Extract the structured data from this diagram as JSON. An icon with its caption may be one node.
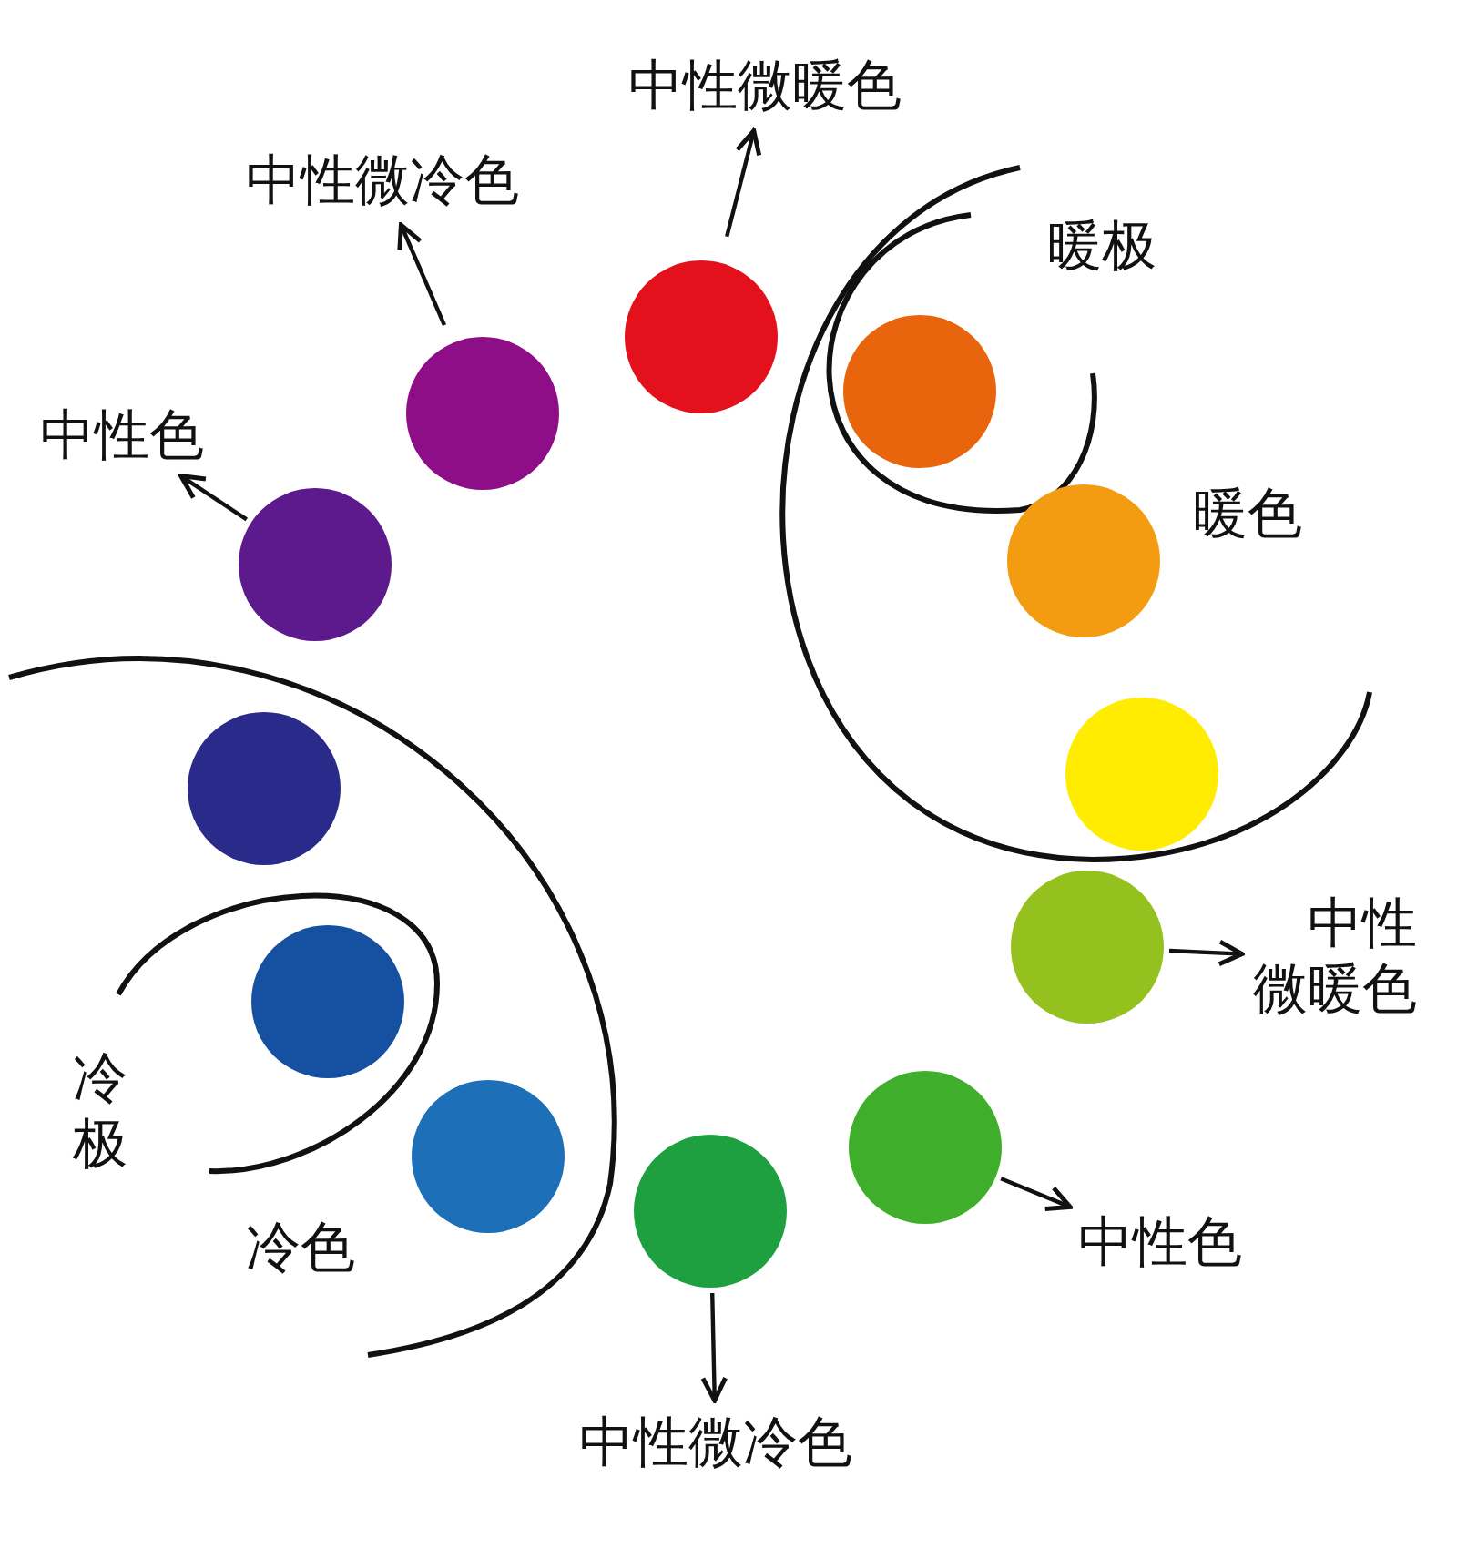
{
  "diagram": {
    "nodes": [
      {
        "text": [],
        "shape": "circle"
      },
      {
        "text": [],
        "shape": "circle"
      },
      {
        "text": [],
        "shape": "circle"
      },
      {
        "text": [],
        "shape": "circle"
      },
      {
        "text": [],
        "shape": "circle"
      },
      {
        "text": [],
        "shape": "circle"
      },
      {
        "text": [],
        "shape": "circle"
      },
      {
        "text": [],
        "shape": "circle"
      },
      {
        "text": [],
        "shape": "circle"
      },
      {
        "text": [],
        "shape": "circle"
      },
      {
        "text": [],
        "shape": "circle"
      },
      {
        "text": [],
        "shape": "circle"
      },
      {
        "text": [
          "中性色"
        ]
      },
      {
        "text": [
          "中性微冷色"
        ]
      },
      {
        "text": [
          "中性微暖色"
        ]
      },
      {
        "text": [
          "中性微暖色"
        ]
      },
      {
        "text": [
          "中性色"
        ]
      },
      {
        "text": [
          "中性微冷色"
        ]
      }
    ],
    "edges": [
      {
        "from": 4,
        "to": 12,
        "arrow": "to"
      },
      {
        "from": 2,
        "to": 13,
        "arrow": "to"
      },
      {
        "from": 0,
        "to": 14,
        "arrow": "to"
      },
      {
        "from": 7,
        "to": 15,
        "arrow": "to"
      },
      {
        "from": 9,
        "to": 16,
        "arrow": "to"
      },
      {
        "from": 11,
        "to": 17,
        "arrow": "to"
      }
    ],
    "labels": [
      "暖极",
      "暖色",
      "冷极",
      "冷色"
    ]
  }
}
